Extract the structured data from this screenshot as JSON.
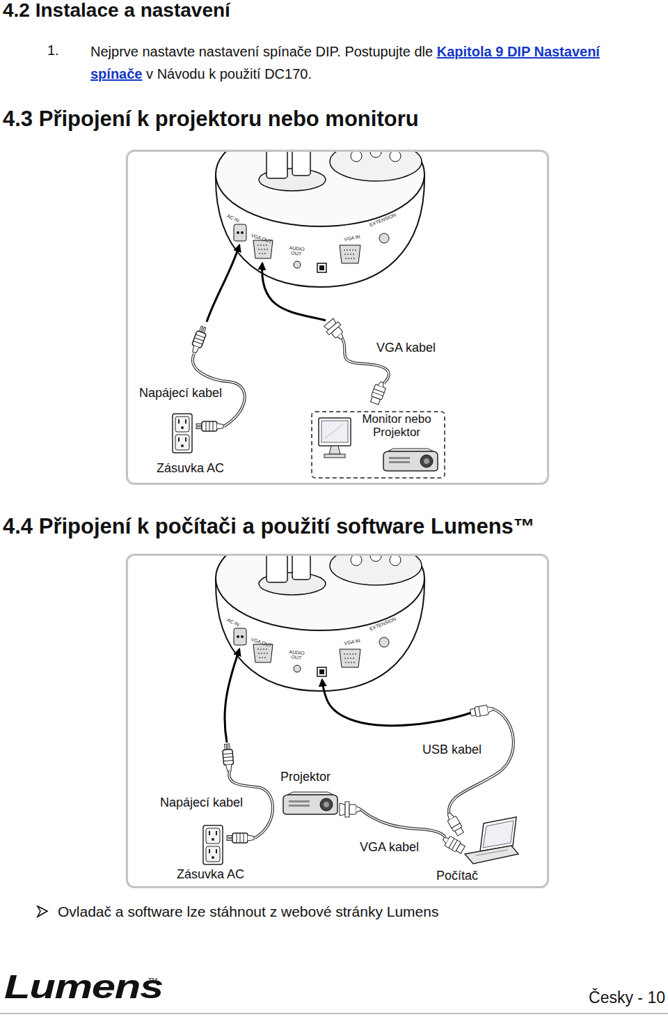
{
  "diagram": {
    "title": "4.2 Instalace a nastavení",
    "nodes": [
      {
        "text": [
          "VGA kabel",
          "Napájecí kabel",
          "Zásuvka AC"
        ]
      },
      {
        "text": [
          "Monitor nebo Projektor"
        ],
        "in": 0
      },
      {
        "text": [
          "USB kabel",
          "Projektor",
          "Napájecí kabel",
          "VGA kabel",
          "Zásuvka AC",
          "Počítač"
        ]
      }
    ],
    "labels": [
      "1.",
      "Nejprve nastavte nastavení spínače DIP. Postupujte dle",
      "Kapitola 9 DIP Nastavení spínače",
      "v Návodu k použití DC170.",
      "4.3 Připojení k projektoru nebo monitoru",
      "AC IN",
      "VGA OUT",
      "AUDIO OUT",
      "VGA IN",
      "EXTENSION",
      "4.4 Připojení k počítači a použití software Lumens™",
      "AC IN",
      "VGA OUT",
      "AUDIO OUT",
      "VGA IN",
      "EXTENSION",
      "Ovladač a software lze stáhnout z webové stránky Lumens",
      "Lumens",
      "TM",
      "Česky - 10"
    ]
  }
}
